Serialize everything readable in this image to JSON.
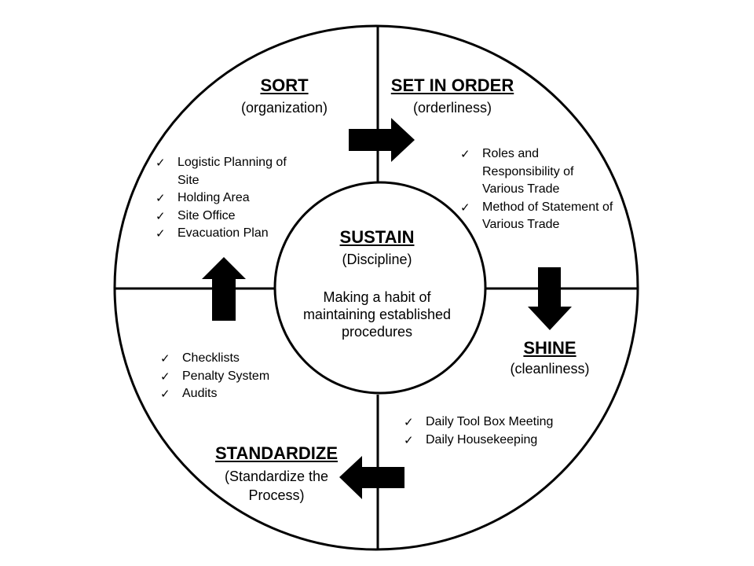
{
  "sort": {
    "title": "SORT",
    "subtitle": "(organization)",
    "items": [
      "Logistic Planning of Site",
      "Holding Area",
      "Site Office",
      "Evacuation Plan"
    ]
  },
  "set_in_order": {
    "title": "SET IN ORDER",
    "subtitle": "(orderliness)",
    "items": [
      "Roles and Responsibility of Various Trade",
      "Method of Statement of Various Trade"
    ]
  },
  "shine": {
    "title": "SHINE",
    "subtitle": "(cleanliness)",
    "items": [
      "Daily Tool Box Meeting",
      "Daily Housekeeping"
    ]
  },
  "standardize": {
    "title": "STANDARDIZE",
    "subtitle_line1": "(Standardize the",
    "subtitle_line2": "Process)",
    "items": [
      "Checklists",
      "Penalty System",
      "Audits"
    ]
  },
  "sustain": {
    "title": "SUSTAIN",
    "subtitle": "(Discipline)",
    "body_line1": "Making a habit of",
    "body_line2": "maintaining established",
    "body_line3": "procedures"
  },
  "check_glyph": "✓",
  "arrows": [
    "arrow-right-icon",
    "arrow-down-icon",
    "arrow-left-icon",
    "arrow-up-icon"
  ],
  "colors": {
    "stroke": "#000000",
    "fill": "#ffffff",
    "arrow": "#000000"
  }
}
